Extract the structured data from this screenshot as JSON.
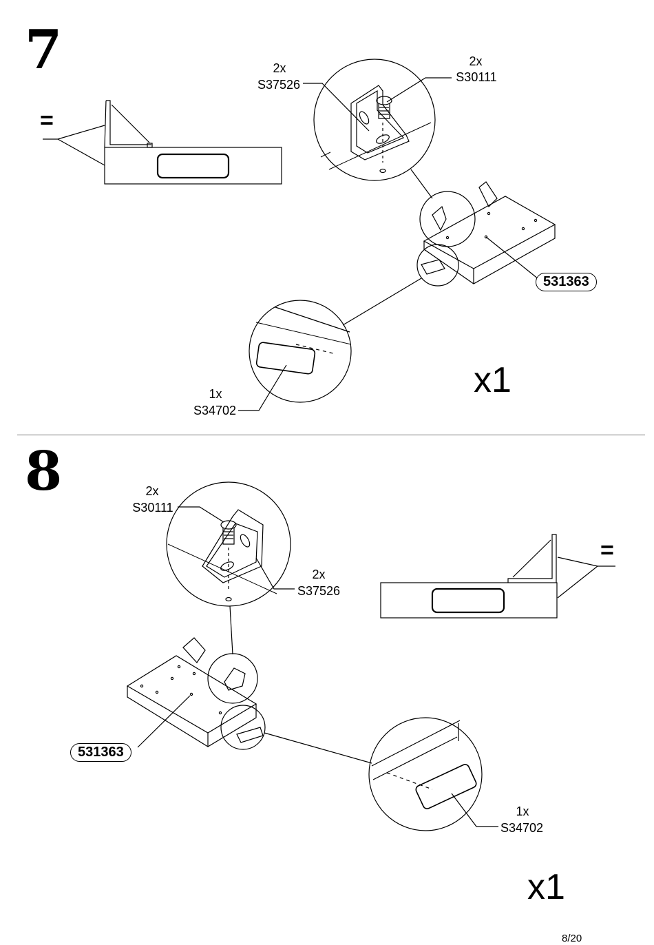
{
  "steps": [
    {
      "number": "7",
      "equals": "=",
      "bracket_label": {
        "qty": "2x",
        "code": "S37526"
      },
      "screw_label": {
        "qty": "2x",
        "code": "S30111"
      },
      "cap_label": {
        "qty": "1x",
        "code": "S34702"
      },
      "panel_code": "531363",
      "multiplier": "x1"
    },
    {
      "number": "8",
      "equals": "=",
      "bracket_label": {
        "qty": "2x",
        "code": "S37526"
      },
      "screw_label": {
        "qty": "2x",
        "code": "S30111"
      },
      "cap_label": {
        "qty": "1x",
        "code": "S34702"
      },
      "panel_code": "531363",
      "multiplier": "x1"
    }
  ],
  "page_number": "8/20"
}
